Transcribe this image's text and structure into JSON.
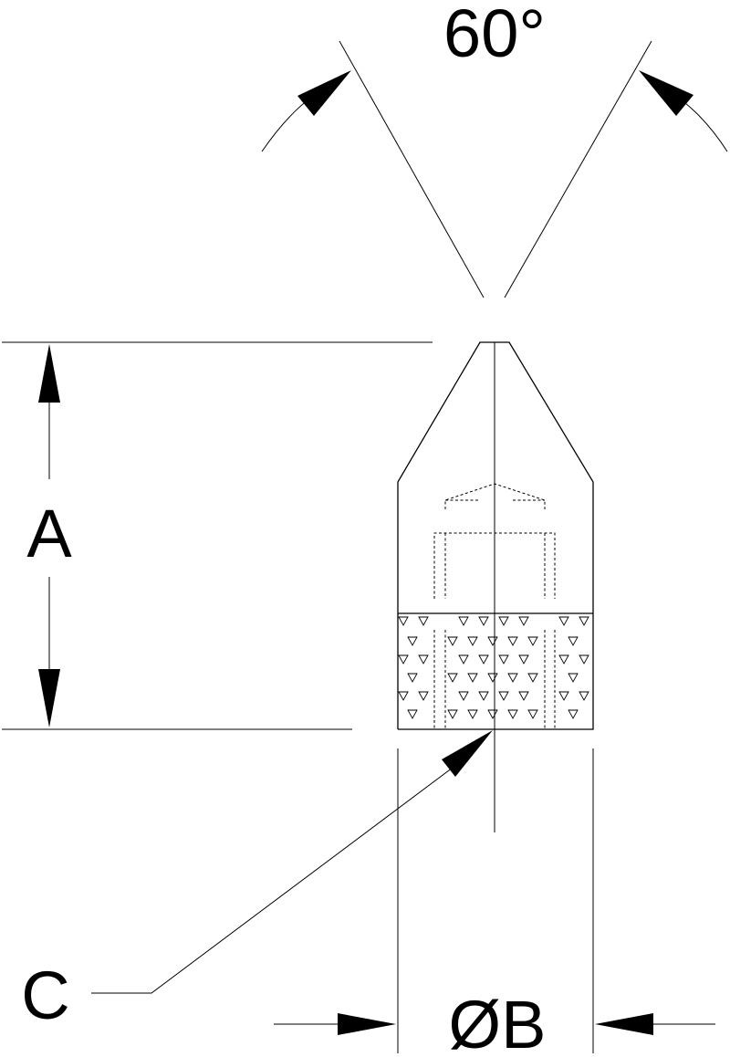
{
  "labels": {
    "angle": "60°",
    "length": "A",
    "diameter": "ØB",
    "callout": "C"
  }
}
